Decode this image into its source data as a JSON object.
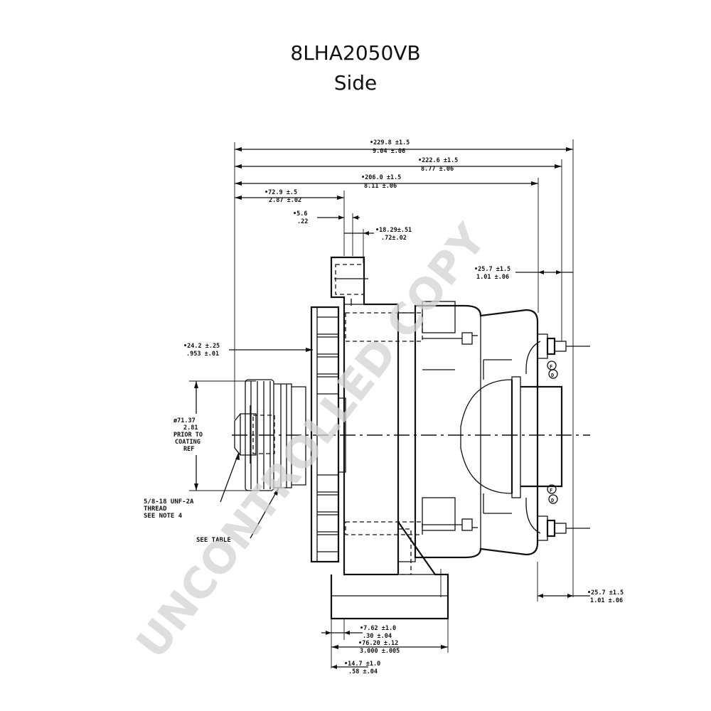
{
  "title": {
    "part_number": "8LHA2050VB",
    "view": "Side"
  },
  "dimensions": {
    "overall_total": {
      "mm": "•229.8 ±1.5",
      "in": "9.04 ±.06"
    },
    "overall_body": {
      "mm": "•222.6 ±1.5",
      "in": "8.77 ±.06"
    },
    "overall_housing": {
      "mm": "•206.0 ±1.5",
      "in": "8.11 ±.06"
    },
    "pulley_to_mount": {
      "mm": "•72.9 ±.5",
      "in": "2.87 ±.02"
    },
    "flange_small": {
      "mm": "•5.6",
      "in": ".22"
    },
    "mount_ear_width": {
      "mm": "•18.29±.51",
      "in": ".72±.02"
    },
    "terminal_offset_top": {
      "mm": "•25.7 ±1.5",
      "in": "1.01 ±.06"
    },
    "fan_offset": {
      "mm": "•24.2 ±.25",
      "in": ".953 ±.01"
    },
    "pulley_diameter": {
      "mm": "ø71.37",
      "in": "2.81",
      "note1": "PRIOR TO",
      "note2": "COATING",
      "note3": "REF"
    },
    "terminal_offset_bottom": {
      "mm": "•25.7 ±1.5",
      "in": "1.01 ±.06"
    },
    "lower_ear_a": {
      "mm": "•7.62 ±1.0",
      "in": ".30 ±.04"
    },
    "lower_ear_b": {
      "mm": "•76.20 ±.12",
      "in": "3.000 ±.005"
    },
    "lower_ear_c": {
      "mm": "•14.7 ±1.0",
      "in": ".58 ±.04"
    }
  },
  "callouts": {
    "thread": {
      "line1": "5/8-18 UNF-2A",
      "line2": "THREAD",
      "line3": "SEE NOTE 4"
    },
    "table": "SEE TABLE"
  },
  "terminals": {
    "top_f": "F",
    "top_d": "D",
    "bottom_f": "F",
    "bottom_d": "D"
  },
  "watermark": "UNCONTROLLED COPY"
}
